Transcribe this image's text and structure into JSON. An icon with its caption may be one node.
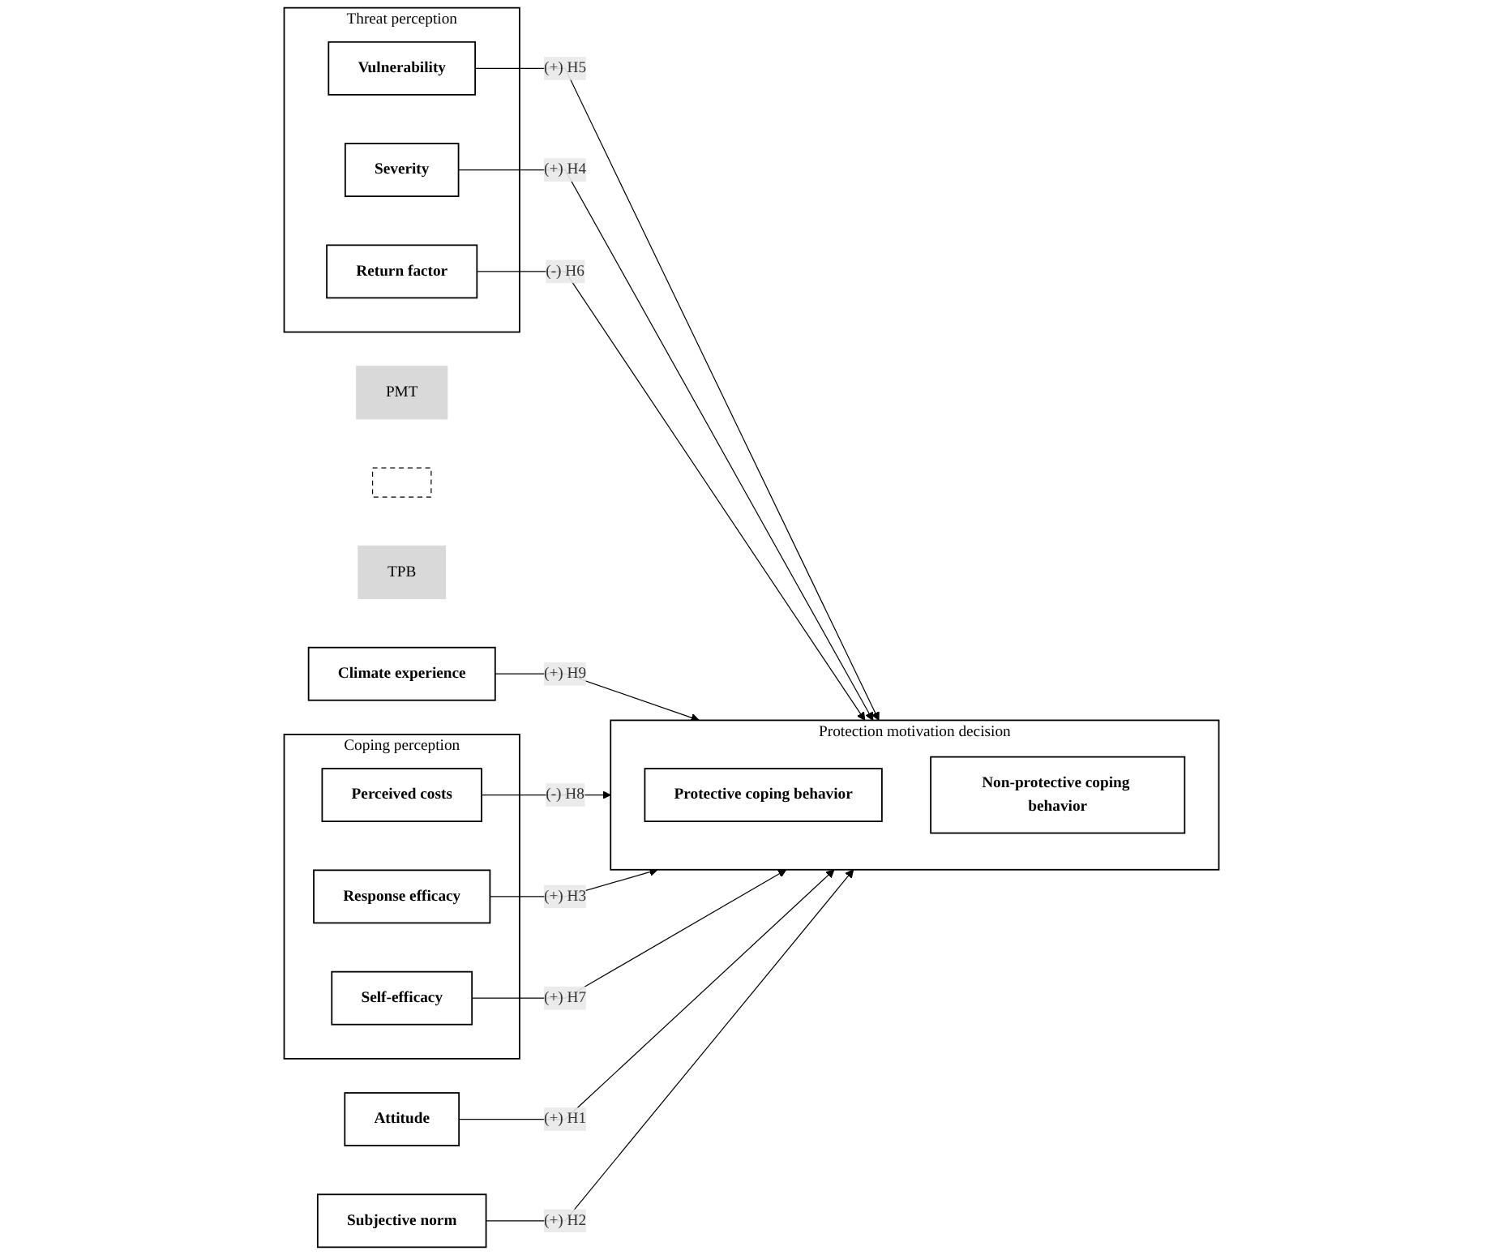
{
  "diagram": {
    "nodes": [
      {
        "text": [
          "PMT"
        ]
      },
      {
        "text": [
          "Threat perception"
        ]
      },
      {
        "text": [
          "Vulnerability"
        ],
        "in": 1
      },
      {
        "text": [
          "Severity"
        ],
        "in": 1
      },
      {
        "text": [
          "Return factor"
        ],
        "in": 1
      },
      {
        "text": [
          "Climate experience"
        ]
      },
      {
        "text": [
          "Protection motivation decision"
        ]
      },
      {
        "text": [
          "Protective coping behavior"
        ],
        "in": 6
      },
      {
        "text": [
          "Non-protective coping behavior"
        ],
        "in": 6
      },
      {
        "text": [
          "Coping perception"
        ]
      },
      {
        "text": [
          "Perceived costs"
        ],
        "in": 9
      },
      {
        "text": [
          "Response efficacy"
        ],
        "in": 9
      },
      {
        "text": [
          "Self-efficacy"
        ],
        "in": 9
      },
      {
        "text": [
          "Attitude"
        ]
      },
      {
        "text": [
          "Subjective norm"
        ]
      },
      {
        "text": [],
        "shape": "box"
      },
      {
        "text": [
          "TPB"
        ]
      }
    ],
    "edges": [
      {
        "from": 2,
        "to": 6,
        "arrow": "to",
        "label": "(+) H5"
      },
      {
        "from": 3,
        "to": 6,
        "arrow": "to",
        "label": "(+) H4"
      },
      {
        "from": 4,
        "to": 6,
        "arrow": "to",
        "label": "(-) H6"
      },
      {
        "from": 5,
        "to": 6,
        "arrow": "to",
        "label": "(+) H9"
      },
      {
        "from": 10,
        "to": 6,
        "arrow": "to",
        "label": "(-) H8"
      },
      {
        "from": 11,
        "to": 6,
        "arrow": "to",
        "label": "(+) H3"
      },
      {
        "from": 12,
        "to": 6,
        "arrow": "to",
        "label": "(+) H7"
      },
      {
        "from": 13,
        "to": 6,
        "arrow": "to",
        "label": "(+) H1"
      },
      {
        "from": 14,
        "to": 6,
        "arrow": "to",
        "label": "(+) H2"
      }
    ]
  }
}
